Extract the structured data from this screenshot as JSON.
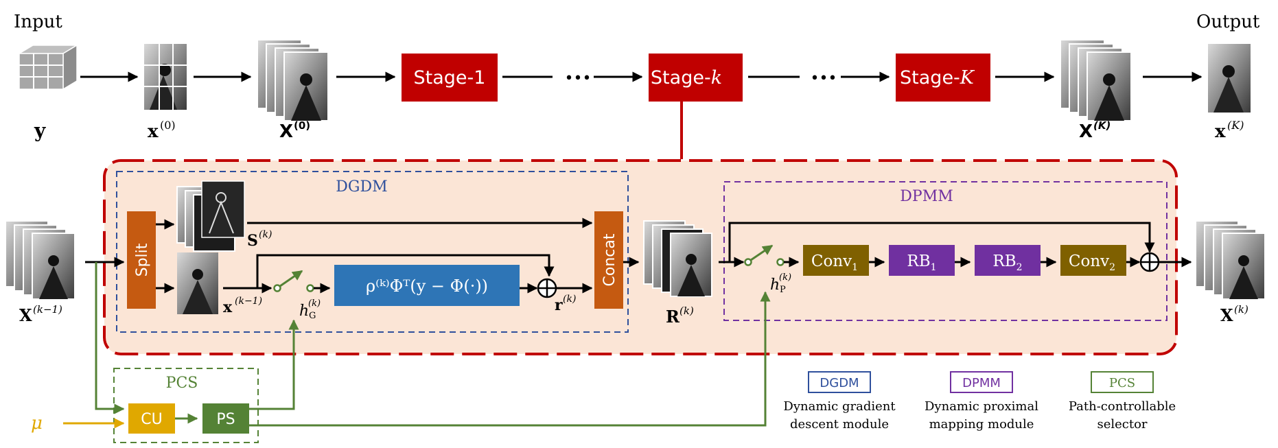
{
  "top": {
    "input_label": "Input",
    "output_label": "Output",
    "stage_1": "Stage-1",
    "stage_k_prefix": "Stage-",
    "stage_k_var": "k",
    "stage_K_prefix": "Stage-",
    "stage_K_var": "K",
    "ellipsis": "•••",
    "y_label": "y",
    "x0_label": "x",
    "x0_sup": "(0)",
    "X0_label": "X",
    "X0_sup": "(0)",
    "XK_label": "X",
    "XK_sup": "(K)",
    "xK_label": "x",
    "xK_sup": "(K)"
  },
  "stage": {
    "dgdm_title": "DGDM",
    "dpmm_title": "DPMM",
    "split": "Split",
    "concat": "Concat",
    "gradient_formula": "ρ⁽ᵏ⁾Φᵀ(y − Φ(·))",
    "conv1": "Conv",
    "conv1_sub": "1",
    "rb1": "RB",
    "rb1_sub": "1",
    "rb2": "RB",
    "rb2_sub": "2",
    "conv2": "Conv",
    "conv2_sub": "2",
    "oplus": "⊕",
    "X_in_label": "X",
    "X_in_sup": "(k−1)",
    "S_label": "S",
    "S_sup": "(k)",
    "x_prev_label": "x",
    "x_prev_sup": "(k−1)",
    "hG_label": "h",
    "hG_sup": "(k)",
    "hG_sub": "G",
    "r_label": "r",
    "r_sup": "(k)",
    "R_label": "R",
    "R_sup": "(k)",
    "hP_label": "h",
    "hP_sup": "(k)",
    "hP_sub": "P",
    "X_out_label": "X",
    "X_out_sup": "(k)"
  },
  "pcs": {
    "title": "PCS",
    "mu": "μ",
    "cu": "CU",
    "ps": "PS"
  },
  "legend": [
    {
      "tag": "DGDM",
      "line1": "Dynamic gradient",
      "line2": "descent module",
      "color": "#2e4f9c"
    },
    {
      "tag": "DPMM",
      "line1": "Dynamic proximal",
      "line2": "mapping module",
      "color": "#7030a0"
    },
    {
      "tag": "PCS",
      "line1": "Path-controllable",
      "line2": "selector",
      "color": "#548235"
    }
  ],
  "colors": {
    "stage_red": "#c00000",
    "split_orange": "#c55a11",
    "formula_blue": "#2e75b6",
    "conv_olive": "#7f6000",
    "rb_purple": "#7030a0",
    "pcs_green": "#548235",
    "cu_gold": "#e0a800",
    "stage_bg": "#fbe5d6",
    "dgdm_border": "#2e4f9c",
    "dpmm_border": "#7030a0"
  }
}
